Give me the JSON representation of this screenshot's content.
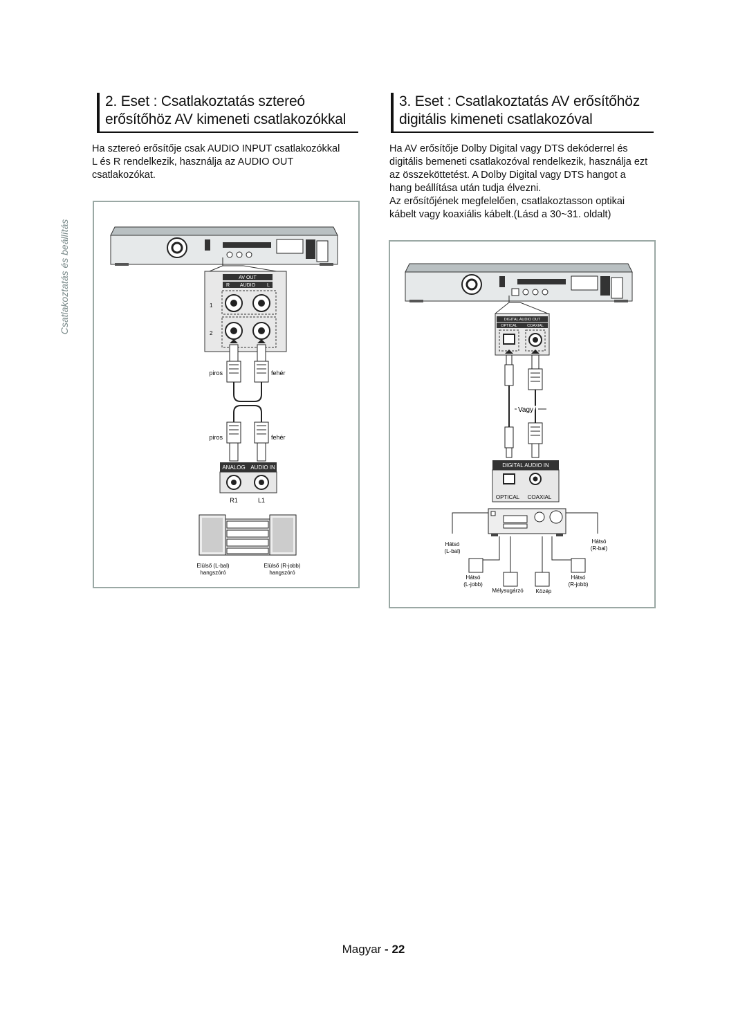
{
  "left": {
    "heading_line1": "2. Eset : Csatlakoztatás sztereó",
    "heading_line2": "erősítőhöz AV kimeneti csatlakozókkal",
    "body": [
      "Ha sztereó erősítője csak AUDIO INPUT csatlakozókkal",
      "L és R rendelkezik, használja az AUDIO OUT",
      "csatlakozókat."
    ]
  },
  "right": {
    "heading_line1": "3. Eset : Csatlakoztatás AV erősítőhöz",
    "heading_line2": "digitális kimeneti csatlakozóval",
    "body": [
      "Ha AV erősítője Dolby Digital vagy DTS dekóderrel és",
      "digitális bemeneti csatlakozóval rendelkezik, használja ezt",
      "az összeköttetést. A Dolby Digital vagy DTS hangot a",
      "hang beállítása után tudja élvezni.",
      "Az erősítőjének megfelelően, csatlakoztasson optikai",
      "kábelt vagy koaxiális kábelt.(Lásd a 30~31. oldalt)"
    ]
  },
  "side_label": "Csatlakoztatás és beállítás",
  "diagram1": {
    "av_out": "AV OUT",
    "audio": "AUDIO",
    "r": "R",
    "l": "L",
    "row1": "1",
    "row2": "2",
    "red_top": "piros",
    "white_top": "fehér",
    "red_bottom": "piros",
    "white_bottom": "fehér",
    "analog_in_a": "ANALOG",
    "analog_in_b": "AUDIO IN",
    "r1": "R1",
    "l1": "L1",
    "front_left": "Elülső (L-bal)",
    "front_left_sub": "hangszóró",
    "front_right": "Elülső (R-jobb)",
    "front_right_sub": "hangszóró"
  },
  "diagram2": {
    "digital_out": "DIGITAL AUDIO OUT",
    "optical_top": "OPTICAL",
    "coaxial_top": "COAXIAL",
    "vagy": "Vagy",
    "digital_in": "DIGITAL AUDIO IN",
    "optical": "OPTICAL",
    "coaxial": "COAXIAL",
    "rear_l_top": "Hátsó",
    "rear_l_top_sub": "(L-bal)",
    "rear_r_top": "Hátsó",
    "rear_r_top_sub": "(R-bal)",
    "rear_l": "Hátsó",
    "rear_l_sub": "(L-jobb)",
    "subwoofer": "Mélysugárzó",
    "center": "Közép",
    "rear_r": "Hátsó",
    "rear_r_sub": "(R-jobb)"
  },
  "footer": {
    "language": "Magyar",
    "sep": " - ",
    "page": "22"
  }
}
